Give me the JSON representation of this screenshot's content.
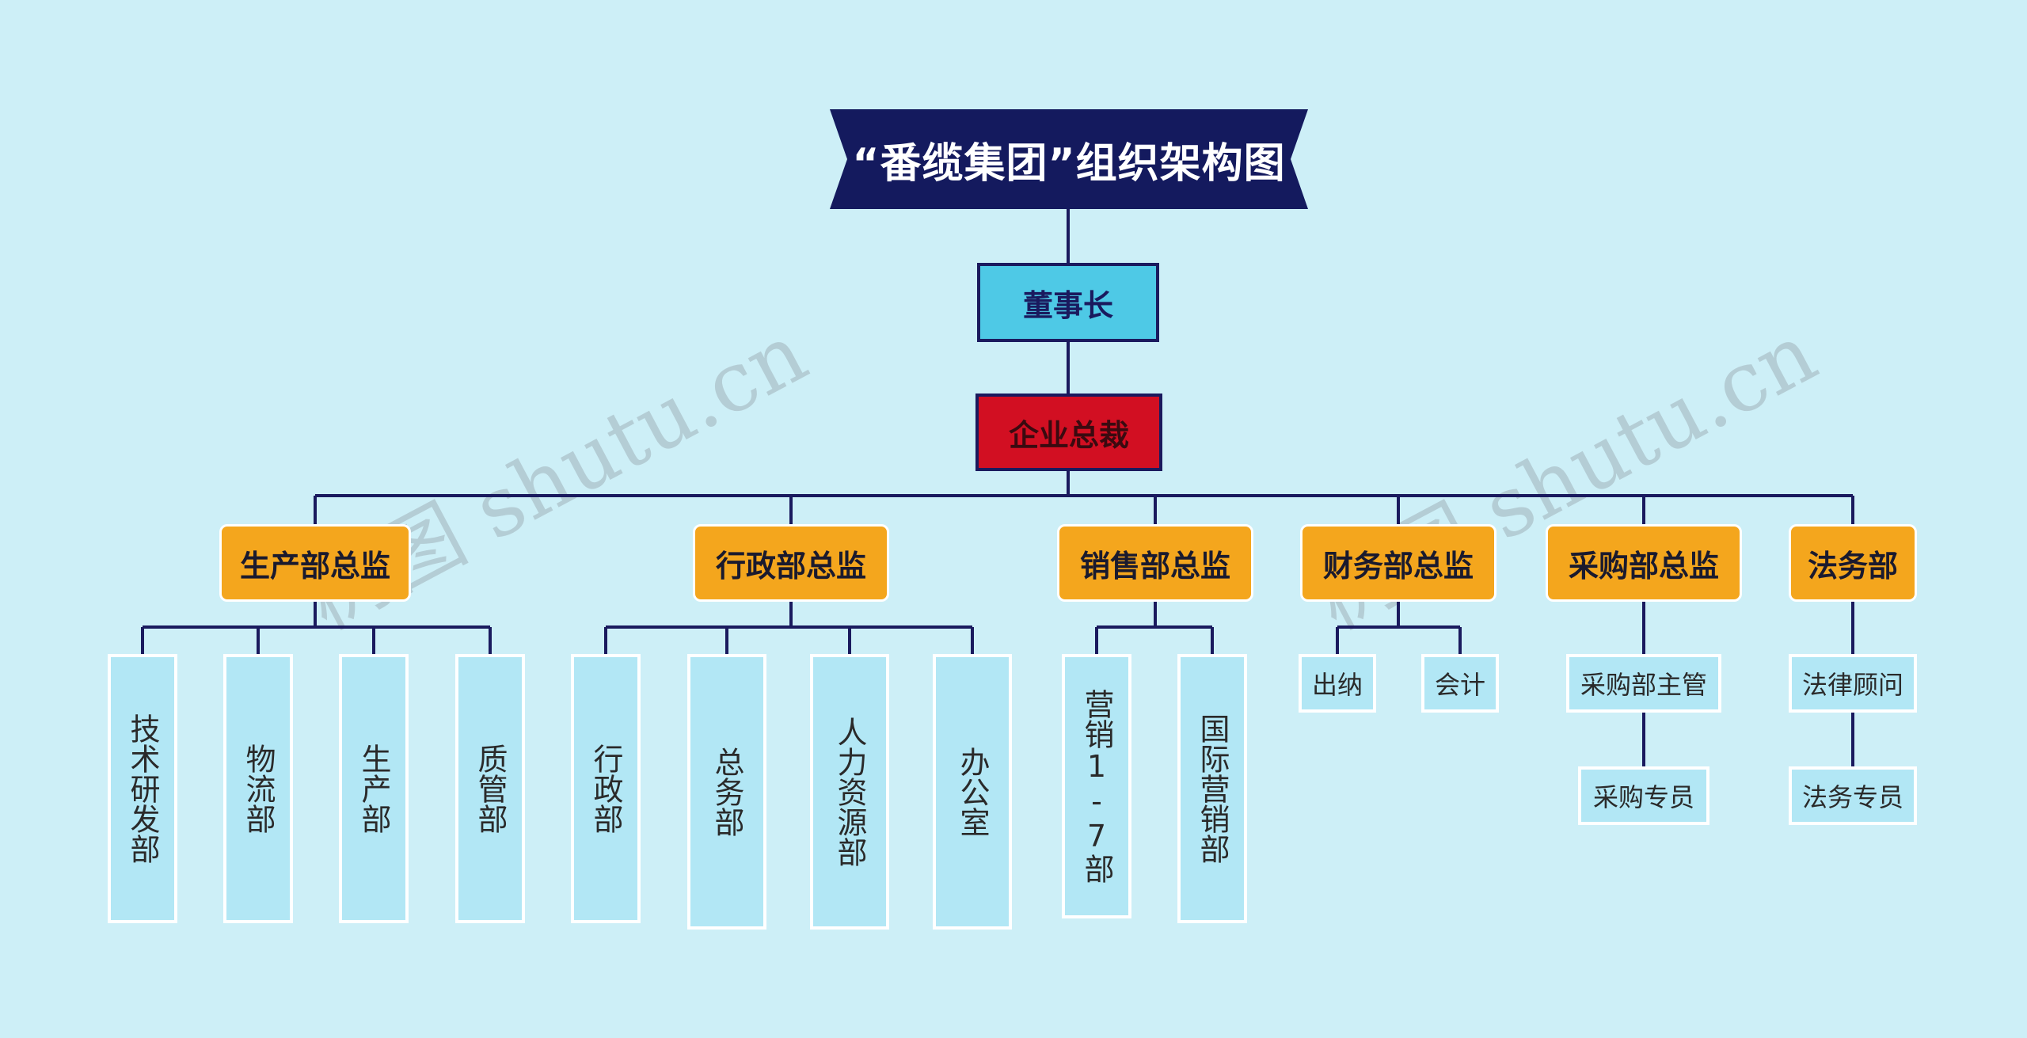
{
  "title": "“番缆集团”组织架构图",
  "chairman": "董事长",
  "ceo": "企业总裁",
  "directors": {
    "production": "生产部总监",
    "admin": "行政部总监",
    "sales": "销售部总监",
    "finance": "财务部总监",
    "purchasing": "采购部总监",
    "legal": "法务部"
  },
  "production_depts": [
    "技术研发部",
    "物流部",
    "生产部",
    "质管部"
  ],
  "admin_depts": [
    "行政部",
    "总务部",
    "人力资源部",
    "办公室"
  ],
  "sales_depts": [
    "营销1-7部",
    "国际营销部"
  ],
  "finance_roles": [
    "出纳",
    "会计"
  ],
  "purchasing_roles": [
    "采购部主管",
    "采购专员"
  ],
  "legal_roles": [
    "法律顾问",
    "法务专员"
  ],
  "watermarks": [
    "树图 shutu.cn",
    "树图 shutu.cn"
  ],
  "colors": {
    "background": "#cdeff7",
    "banner": "#141a5e",
    "chairman": "#4ec9e6",
    "ceo": "#d20f22",
    "director": "#f4a61d",
    "leaf": "#b2e7f5",
    "connector": "#1a1a5e"
  }
}
